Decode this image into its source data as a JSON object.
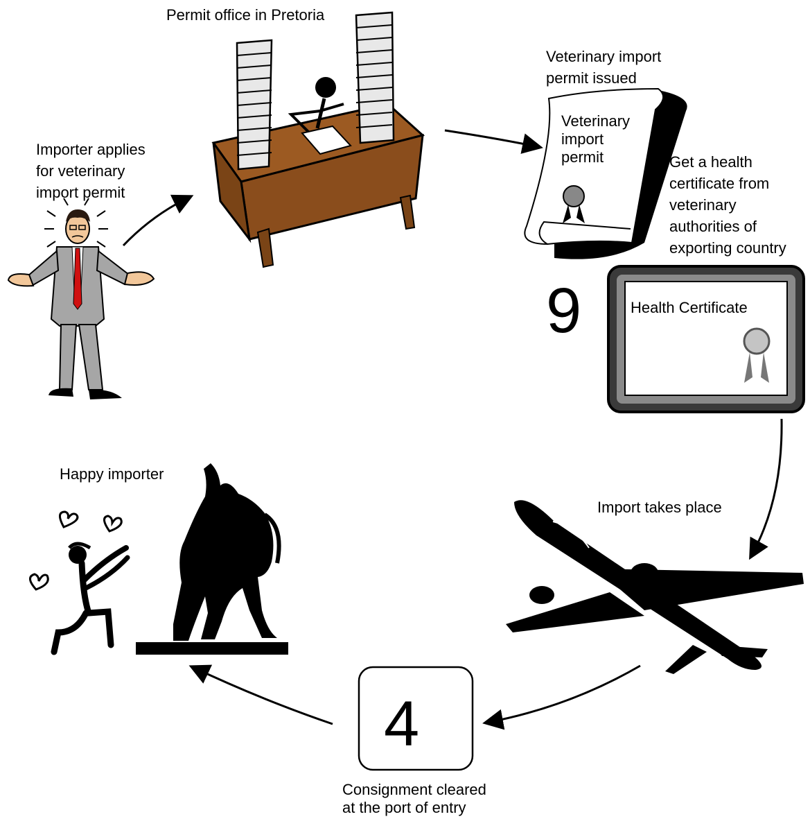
{
  "steps": {
    "permit_office": "Permit office in Pretoria",
    "importer_applies": "Importer applies\nfor veterinary\nimport permit",
    "permit_issued": "Veterinary import\npermit issued",
    "permit_scroll_text": "Veterinary\nimport\npermit",
    "health_certificate_step": "Get a health\ncertificate from\nveterinary\nauthorities of\nexporting country",
    "certificate_text": "Health Certificate",
    "days_certificate": "9",
    "import_takes_place": "Import takes place",
    "days_clearance": "4",
    "consignment_cleared": "Consignment cleared\nat the port of entry",
    "happy_importer": "Happy importer"
  },
  "colors": {
    "desk": "#9c5a22",
    "tie": "#d01010",
    "suit": "#a6a6a6",
    "ink": "#000000"
  }
}
